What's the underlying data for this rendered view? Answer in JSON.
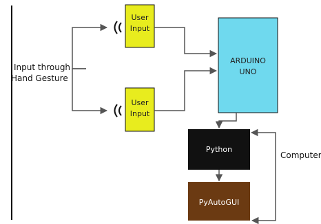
{
  "labels": {
    "input_line1": "Input through",
    "input_line2": "Hand Gesture",
    "computer": "Computer"
  },
  "sensors": [
    {
      "line1": "User",
      "line2": "Input"
    },
    {
      "line1": "User",
      "line2": "Input"
    }
  ],
  "arduino": {
    "line1": "ARDUINO",
    "line2": "UNO"
  },
  "python": {
    "label": "Python"
  },
  "pyautogui": {
    "label": "PyAutoGUI"
  },
  "colors": {
    "sensor_fill": "#e8ec1e",
    "arduino_fill": "#6fd9ee",
    "python_fill": "#111111",
    "pyautogui_fill": "#6b3a12",
    "line": "#555555",
    "border": "#111111"
  }
}
